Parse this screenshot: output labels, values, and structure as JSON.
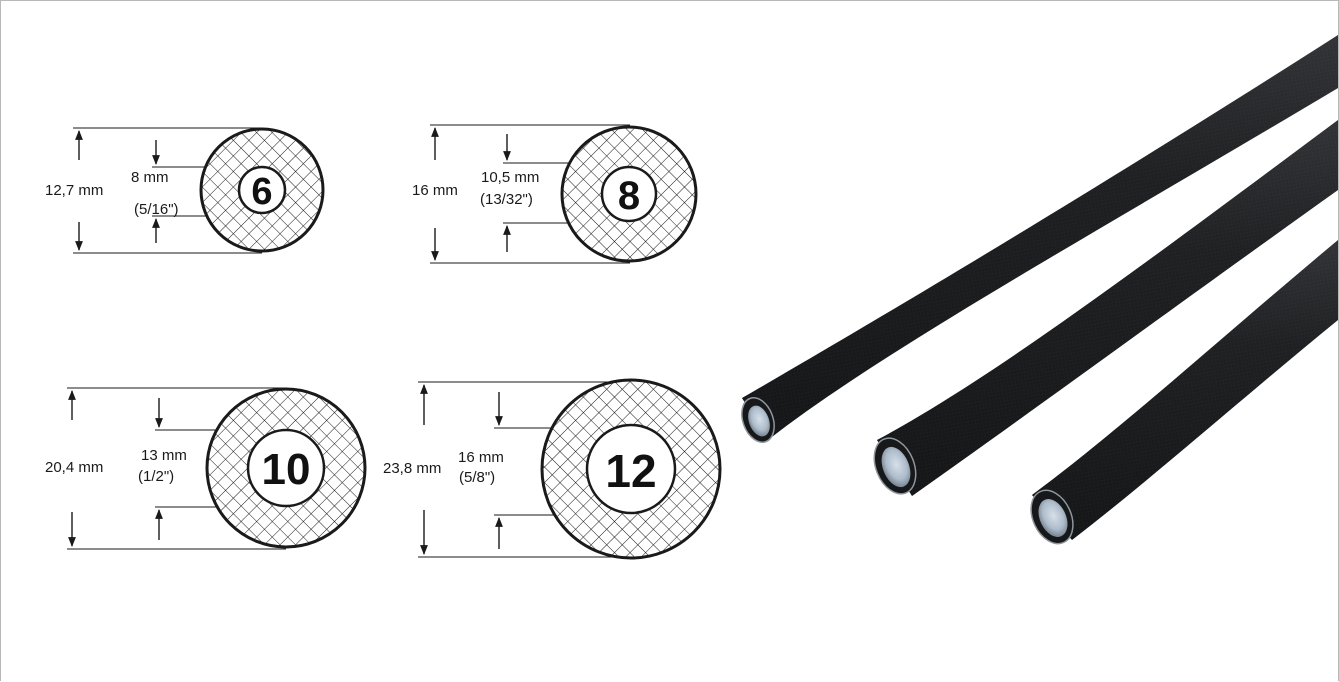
{
  "hoses": [
    {
      "size": "6",
      "outer": "12,7 mm",
      "inner": "8 mm",
      "inner_inch": "(5/16\")"
    },
    {
      "size": "8",
      "outer": "16 mm",
      "inner": "10,5 mm",
      "inner_inch": "(13/32\")"
    },
    {
      "size": "10",
      "outer": "20,4 mm",
      "inner": "13 mm",
      "inner_inch": "(1/2\")"
    },
    {
      "size": "12",
      "outer": "23,8 mm",
      "inner": "16 mm",
      "inner_inch": "(5/8\")"
    }
  ],
  "photo": {
    "tube_count": 3,
    "hose_color": "#1c1e20",
    "liner_color": "#aebccb"
  },
  "colors": {
    "line": "#1a1a1a",
    "background": "#ffffff",
    "frame": "#b8b8b8"
  }
}
